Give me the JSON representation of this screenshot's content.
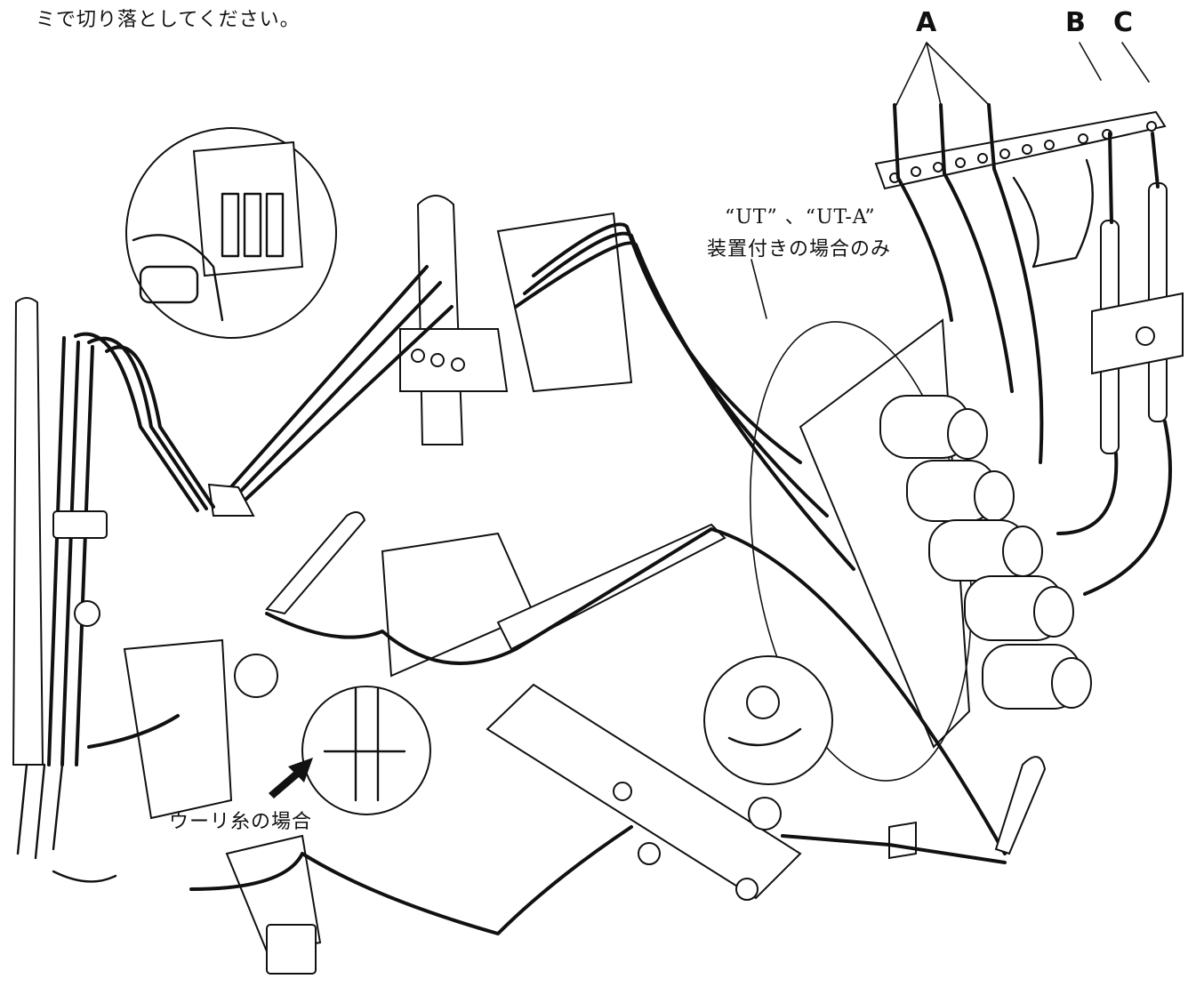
{
  "note_top": "ミで切り落としてください。",
  "labels": {
    "a": "A",
    "b": "B",
    "c": "C",
    "ut_line1": "“UT” 、“UT-A”",
    "ut_line2": "装置付きの場合のみ",
    "woolly": "ウーリ糸の場合"
  }
}
